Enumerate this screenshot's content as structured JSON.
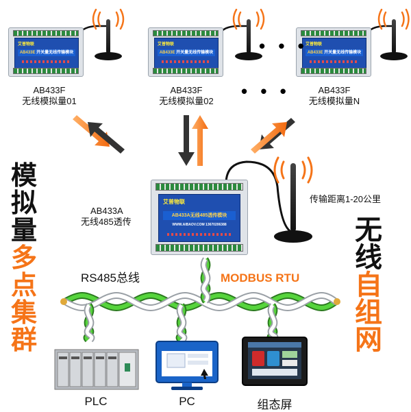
{
  "colors": {
    "orange": "#f57418",
    "black": "#111111",
    "module_blue": "#1f4fb0",
    "cable_green": "#4cc93a"
  },
  "slaves": [
    {
      "model": "AB433F",
      "name": "无线模拟量01",
      "brand": "艾普物联",
      "plate": "AB433E",
      "strip": "开关量无线传输模块"
    },
    {
      "model": "AB433F",
      "name": "无线模拟量02",
      "brand": "艾普物联",
      "plate": "AB433E",
      "strip": "开关量无线传输模块"
    },
    {
      "model": "AB433F",
      "name": "无线模拟量N",
      "brand": "艾普物联",
      "plate": "AB433E",
      "strip": "开关量无线传输模块"
    }
  ],
  "ellipsis": "• • •",
  "master": {
    "model": "AB433A",
    "name": "无线485透传",
    "brand": "艾普物联",
    "plate": "AB433A无线485透传模块",
    "website": "WWW.AIBAOV.COM 13670206388"
  },
  "distance_label": "传输距离1-20公里",
  "left_vertical": {
    "black": [
      "模",
      "拟",
      "量"
    ],
    "orange": [
      "多",
      "点",
      "集",
      "群"
    ]
  },
  "right_vertical": {
    "black": [
      "无",
      "线"
    ],
    "orange": [
      "自",
      "组",
      "网"
    ]
  },
  "bus_label": "RS485总线",
  "protocol_label": "MODBUS RTU",
  "devices": [
    {
      "label": "PLC"
    },
    {
      "label": "PC"
    },
    {
      "label": "组态屏"
    }
  ],
  "icons": [
    "antenna-icon",
    "signal-waves-icon",
    "arrow-icon",
    "plc-icon",
    "pc-icon",
    "touch-panel-icon"
  ]
}
